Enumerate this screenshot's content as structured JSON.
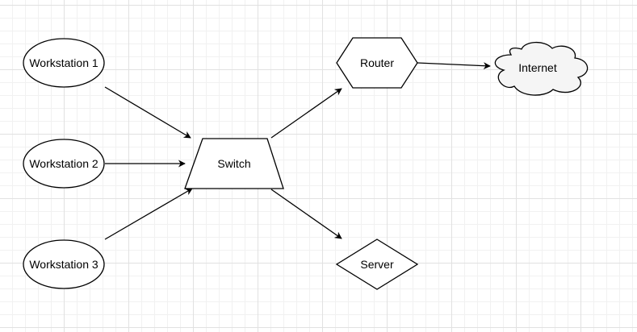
{
  "diagram": {
    "nodes": {
      "workstation1": {
        "label": "Workstation 1",
        "shape": "ellipse"
      },
      "workstation2": {
        "label": "Workstation 2",
        "shape": "ellipse"
      },
      "workstation3": {
        "label": "Workstation 3",
        "shape": "ellipse"
      },
      "switch": {
        "label": "Switch",
        "shape": "trapezoid"
      },
      "router": {
        "label": "Router",
        "shape": "hexagon"
      },
      "internet": {
        "label": "Internet",
        "shape": "cloud"
      },
      "server": {
        "label": "Server",
        "shape": "diamond"
      }
    },
    "edges": [
      {
        "from": "workstation1",
        "to": "switch"
      },
      {
        "from": "workstation2",
        "to": "switch"
      },
      {
        "from": "workstation3",
        "to": "switch"
      },
      {
        "from": "switch",
        "to": "router"
      },
      {
        "from": "router",
        "to": "internet"
      },
      {
        "from": "switch",
        "to": "server"
      }
    ],
    "colors": {
      "stroke": "#000000",
      "node_fill": "#ffffff",
      "cloud_fill": "#f5f5f5",
      "grid_line": "#e1e1e1"
    }
  }
}
